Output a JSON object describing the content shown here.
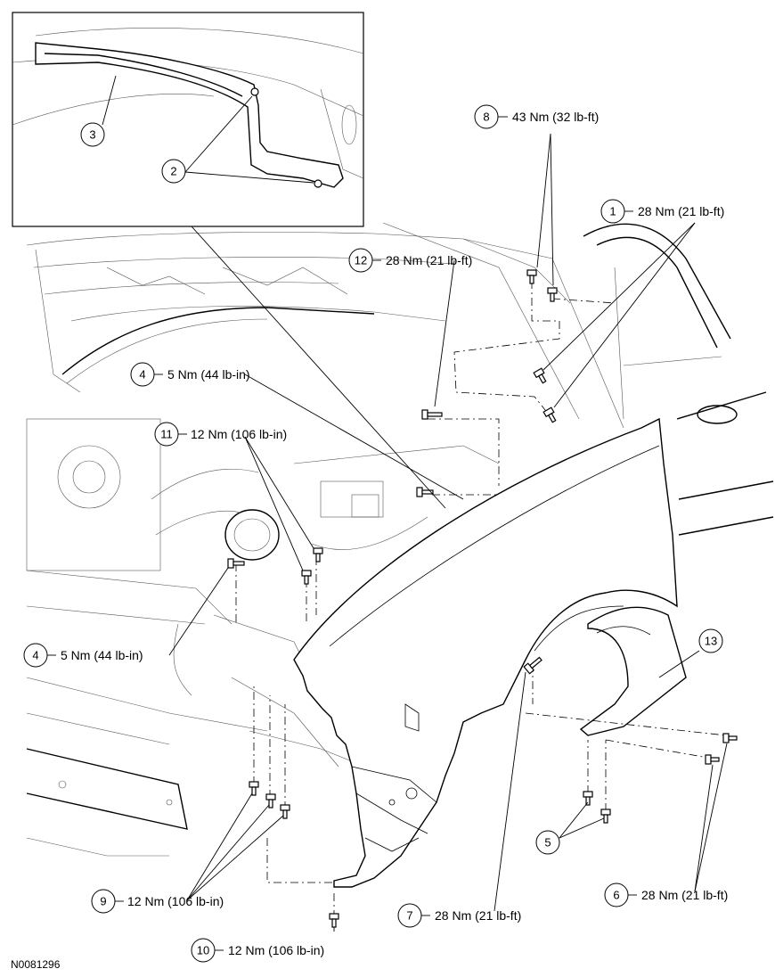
{
  "figure_id": "N0081296",
  "inset": {
    "callouts": [
      {
        "number": "3"
      },
      {
        "number": "2"
      }
    ]
  },
  "callouts": [
    {
      "number": "8",
      "spec": "43 Nm (32 lb-ft)"
    },
    {
      "number": "1",
      "spec": "28 Nm (21 lb-ft)"
    },
    {
      "number": "12",
      "spec": "28 Nm (21 lb-ft)"
    },
    {
      "number": "4",
      "spec": "5 Nm (44 lb-in)"
    },
    {
      "number": "11",
      "spec": "12 Nm (106 lb-in)"
    },
    {
      "number": "4",
      "spec": "5 Nm (44 lb-in)"
    },
    {
      "number": "13",
      "spec": ""
    },
    {
      "number": "5",
      "spec": ""
    },
    {
      "number": "9",
      "spec": "12 Nm (106 lb-in)"
    },
    {
      "number": "6",
      "spec": "28 Nm (21 lb-ft)"
    },
    {
      "number": "7",
      "spec": "28 Nm (21 lb-ft)"
    },
    {
      "number": "10",
      "spec": "12 Nm (106 lb-in)"
    }
  ]
}
